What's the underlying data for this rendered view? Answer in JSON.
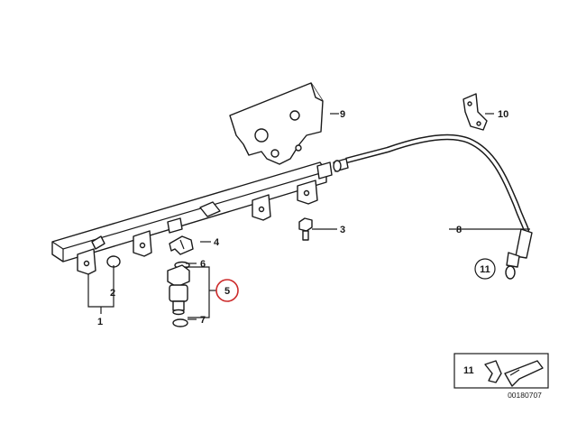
{
  "diagram": {
    "callouts": {
      "c1": "1",
      "c2": "2",
      "c3": "3",
      "c4": "4",
      "c5": "5",
      "c6": "6",
      "c7": "7",
      "c8": "8",
      "c9": "9",
      "c10": "10",
      "c11": "11",
      "c11b": "11"
    },
    "code": "00180707",
    "highlight_color": "#cc2a2a",
    "line_color": "#1a1a1a"
  }
}
